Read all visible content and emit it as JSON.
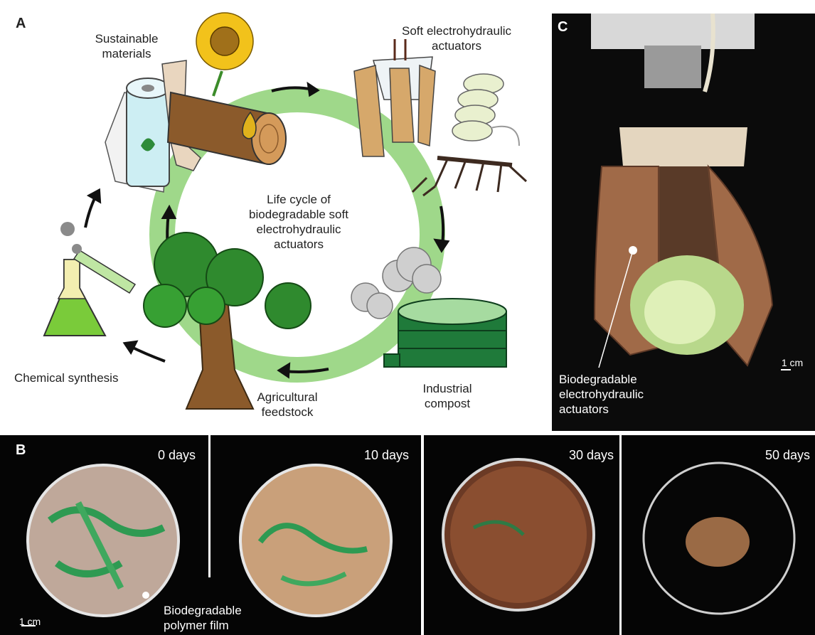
{
  "panel_a": {
    "label": "A",
    "center_text": "Life cycle of\nbiodegradable soft\nelectrohydraulic\nactuators",
    "stages": {
      "sustainable_materials": "Sustainable\nmaterials",
      "soft_actuators": "Soft electrohydraulic\nactuators",
      "industrial_compost": "Industrial\ncompost",
      "agricultural_feedstock": "Agricultural\nfeedstock",
      "chemical_synthesis": "Chemical synthesis"
    },
    "colors": {
      "cycle_ring": "#9fd88a",
      "arrow": "#111111",
      "tree_green": "#2f8a2e",
      "wood": "#8b5a2b"
    }
  },
  "panel_b": {
    "label": "B",
    "timepoints": [
      "0 days",
      "10 days",
      "30 days",
      "50 days"
    ],
    "annotation": "Biodegradable\npolymer film",
    "scale_bar": "1 cm"
  },
  "panel_c": {
    "label": "C",
    "annotation": "Biodegradable\nelectrohydraulic\nactuators",
    "scale_bar": "1 cm"
  }
}
